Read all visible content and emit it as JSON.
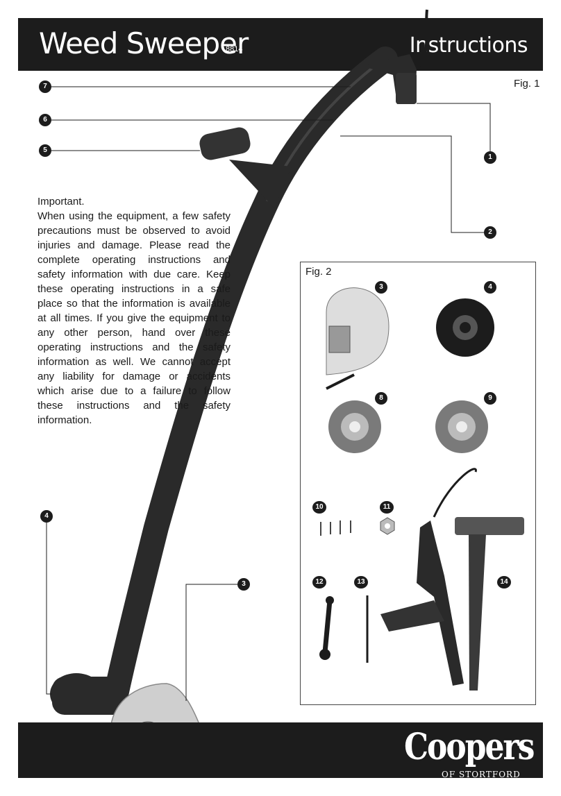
{
  "header": {
    "title": "Weed Sweeper",
    "model": "8814",
    "section": "Instructions"
  },
  "figure1": {
    "label": "Fig. 1"
  },
  "figure2": {
    "label": "Fig. 2"
  },
  "notice": {
    "heading": "Important.",
    "body": "When using the equipment, a few safety precautions must be observed to avoid injuries and damage. Please read the complete operating instructions and safety information with due care. Keep these operating instructions in a safe place so that the information is available at all times. If you give the equipment to any other person, hand over these operating instructions and the safety information as well. We cannot accept any liability for damage or accidents which arise due to a failure to follow these instructions and the safety information."
  },
  "callouts": {
    "c1": "1",
    "c2": "2",
    "c3": "3",
    "c4": "4",
    "c5": "5",
    "c6": "6",
    "c7": "7"
  },
  "parts": {
    "p3": "3",
    "p4": "4",
    "p8": "8",
    "p9": "9",
    "p10": "10",
    "p11": "11",
    "p12": "12",
    "p13": "13",
    "p14": "14"
  },
  "brand": {
    "name": "Coopers",
    "sub": "OF STORTFORD"
  },
  "colors": {
    "dark": "#1c1c1c",
    "tool": "#2a2a2a"
  }
}
